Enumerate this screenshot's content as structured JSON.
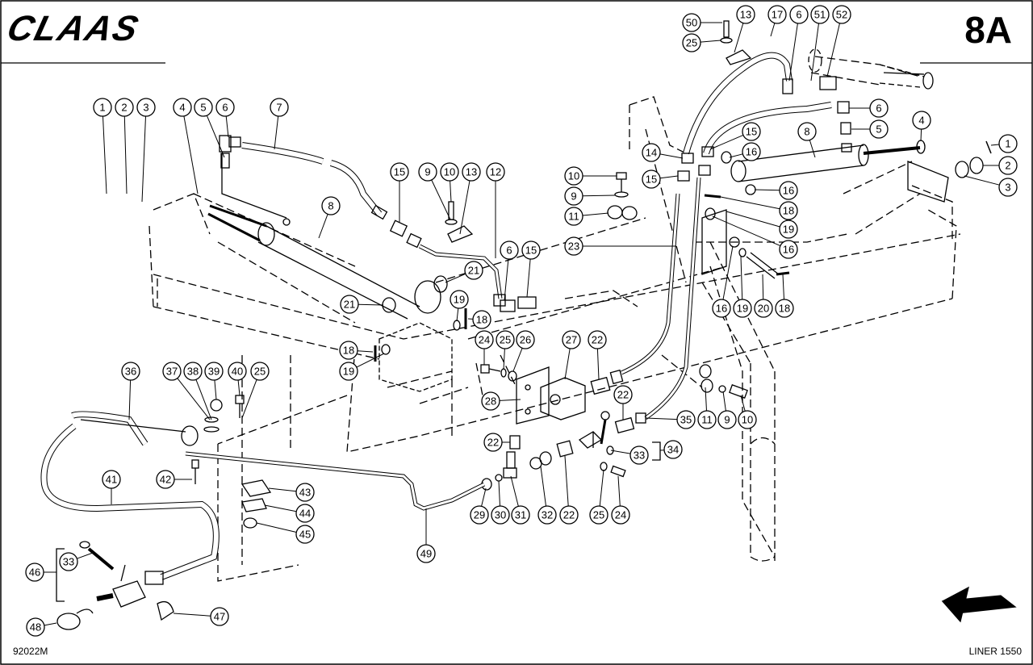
{
  "header": {
    "logo_text": "CLAAS",
    "page_code": "8A"
  },
  "footer": {
    "drawing_number": "92022M",
    "model": "LINER 1550"
  },
  "callouts": [
    "1",
    "2",
    "3",
    "4",
    "5",
    "6",
    "7",
    "8",
    "9",
    "10",
    "11",
    "12",
    "13",
    "14",
    "15",
    "16",
    "17",
    "18",
    "19",
    "20",
    "21",
    "22",
    "23",
    "24",
    "25",
    "26",
    "27",
    "28",
    "29",
    "30",
    "31",
    "32",
    "33",
    "34",
    "35",
    "36",
    "37",
    "38",
    "39",
    "40",
    "41",
    "42",
    "43",
    "44",
    "45",
    "46",
    "47",
    "48",
    "49",
    "50",
    "51",
    "52"
  ],
  "labels": {
    "c1a": "1",
    "c2a": "2",
    "c3a": "3",
    "c4a": "4",
    "c5a": "5",
    "c6a": "6",
    "c7": "7",
    "c8a": "8",
    "c15a": "15",
    "c9a": "9",
    "c10a": "10",
    "c13a": "13",
    "c12": "12",
    "c21a": "21",
    "c21b": "21",
    "c6b": "6",
    "c15b": "15",
    "c19a": "19",
    "c18a": "18",
    "c18b": "18",
    "c19b": "19",
    "c24a": "24",
    "c25a": "25",
    "c26": "26",
    "c27": "27",
    "c22a": "22",
    "c28": "28",
    "c50": "50",
    "c13b": "13",
    "c25b": "25",
    "c17": "17",
    "c6c": "6",
    "c51": "51",
    "c52": "52",
    "c6d": "6",
    "c5b": "5",
    "c15c": "15",
    "c8b": "8",
    "c4b": "4",
    "c1b": "1",
    "c2b": "2",
    "c3b": "3",
    "c14": "14",
    "c15d": "15",
    "c16a": "16",
    "c16b": "16",
    "c18c": "18",
    "c19c": "19",
    "c16c": "16",
    "c10b": "10",
    "c9b": "9",
    "c11a": "11",
    "c23": "23",
    "c16d": "16",
    "c19d": "19",
    "c20": "20",
    "c18d": "18",
    "c11b": "11",
    "c9c": "9",
    "c10c": "10",
    "c35": "35",
    "c22b": "22",
    "c34": "34",
    "c33a": "33",
    "c22c": "22",
    "c29": "29",
    "c30": "30",
    "c31": "31",
    "c32": "32",
    "c22d": "22",
    "c25c": "25",
    "c24b": "24",
    "c36": "36",
    "c37": "37",
    "c38": "38",
    "c39": "39",
    "c40": "40",
    "c25d": "25",
    "c41": "41",
    "c42": "42",
    "c43": "43",
    "c44": "44",
    "c45": "45",
    "c49": "49",
    "c46": "46",
    "c33b": "33",
    "c47": "47",
    "c48": "48"
  }
}
